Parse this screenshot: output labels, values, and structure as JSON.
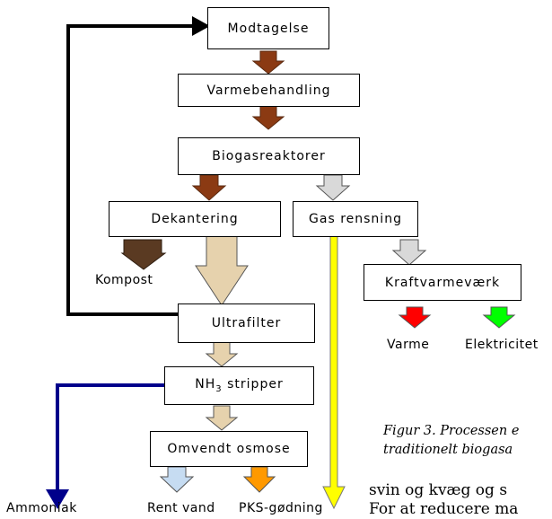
{
  "process_steps": {
    "modtagelse": "Modtagelse",
    "varmebehandling": "Varmebehandling",
    "biogasreaktorer": "Biogasreaktorer",
    "dekantering": "Dekantering",
    "gas_rensning": "Gas rensning",
    "kraftvarmevaerk": "Kraftvarmeværk",
    "ultrafilter": "Ultrafilter",
    "nh3_stripper_prefix": "NH",
    "nh3_stripper_sub": "3",
    "nh3_stripper_suffix": " stripper",
    "omvendt_osmose": "Omvendt osmose"
  },
  "outputs": {
    "kompost": "Kompost",
    "varme": "Varme",
    "elektricitet": "Elektricitet",
    "ammoniak": "Ammoniak",
    "rent_vand": "Rent vand",
    "pks_godning": "PKS-gødning"
  },
  "caption": {
    "line1": "Figur 3. Processen e",
    "line2": "traditionelt biogasa"
  },
  "body_text": {
    "line1": "svin og kvæg og s",
    "line2": "For at reducere ma"
  },
  "colors": {
    "brown_arrow": "#8b3a13",
    "gray_arrow": "#d9d9d9",
    "tan_arrow": "#e6d2ad",
    "yellow_arrow": "#ffff00",
    "red_arrow": "#ff0000",
    "green_arrow": "#00ff00",
    "blue_arrow": "#00008b",
    "lightblue_arrow": "#c6dcf2",
    "orange_arrow": "#ff9900",
    "compost_brown": "#5a3a22"
  }
}
